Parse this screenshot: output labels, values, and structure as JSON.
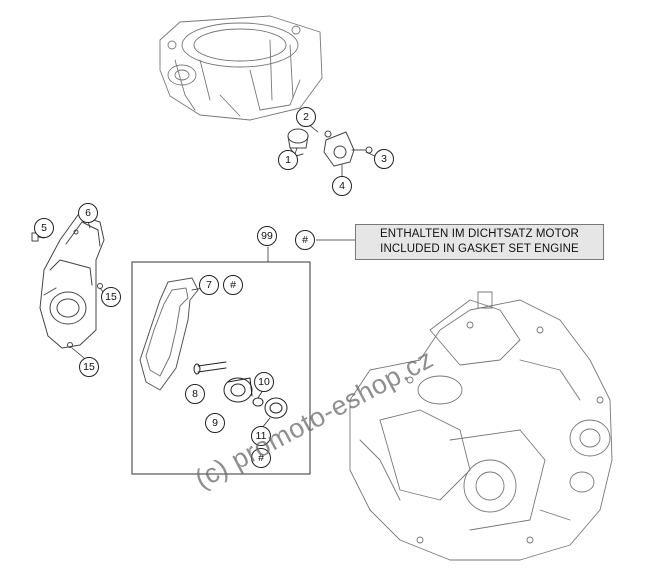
{
  "callouts": {
    "c1": "1",
    "c2": "2",
    "c3": "3",
    "c4": "4",
    "c5": "5",
    "c6": "6",
    "c7": "7",
    "c7hash": "#",
    "c8": "8",
    "c9": "9",
    "c10": "10",
    "c11": "11",
    "c11hash": "#",
    "c15a": "15",
    "c15b": "15",
    "c99": "99"
  },
  "note": {
    "symbol": "#",
    "line1": "ENTHALTEN IM DICHTSATZ MOTOR",
    "line2": "INCLUDED IN GASKET SET ENGINE"
  },
  "watermark": "(c) promoto-eshop.cz",
  "colors": {
    "line": "#222222",
    "note_bg": "#e6e6e6",
    "watermark": "#6a6a6a"
  }
}
